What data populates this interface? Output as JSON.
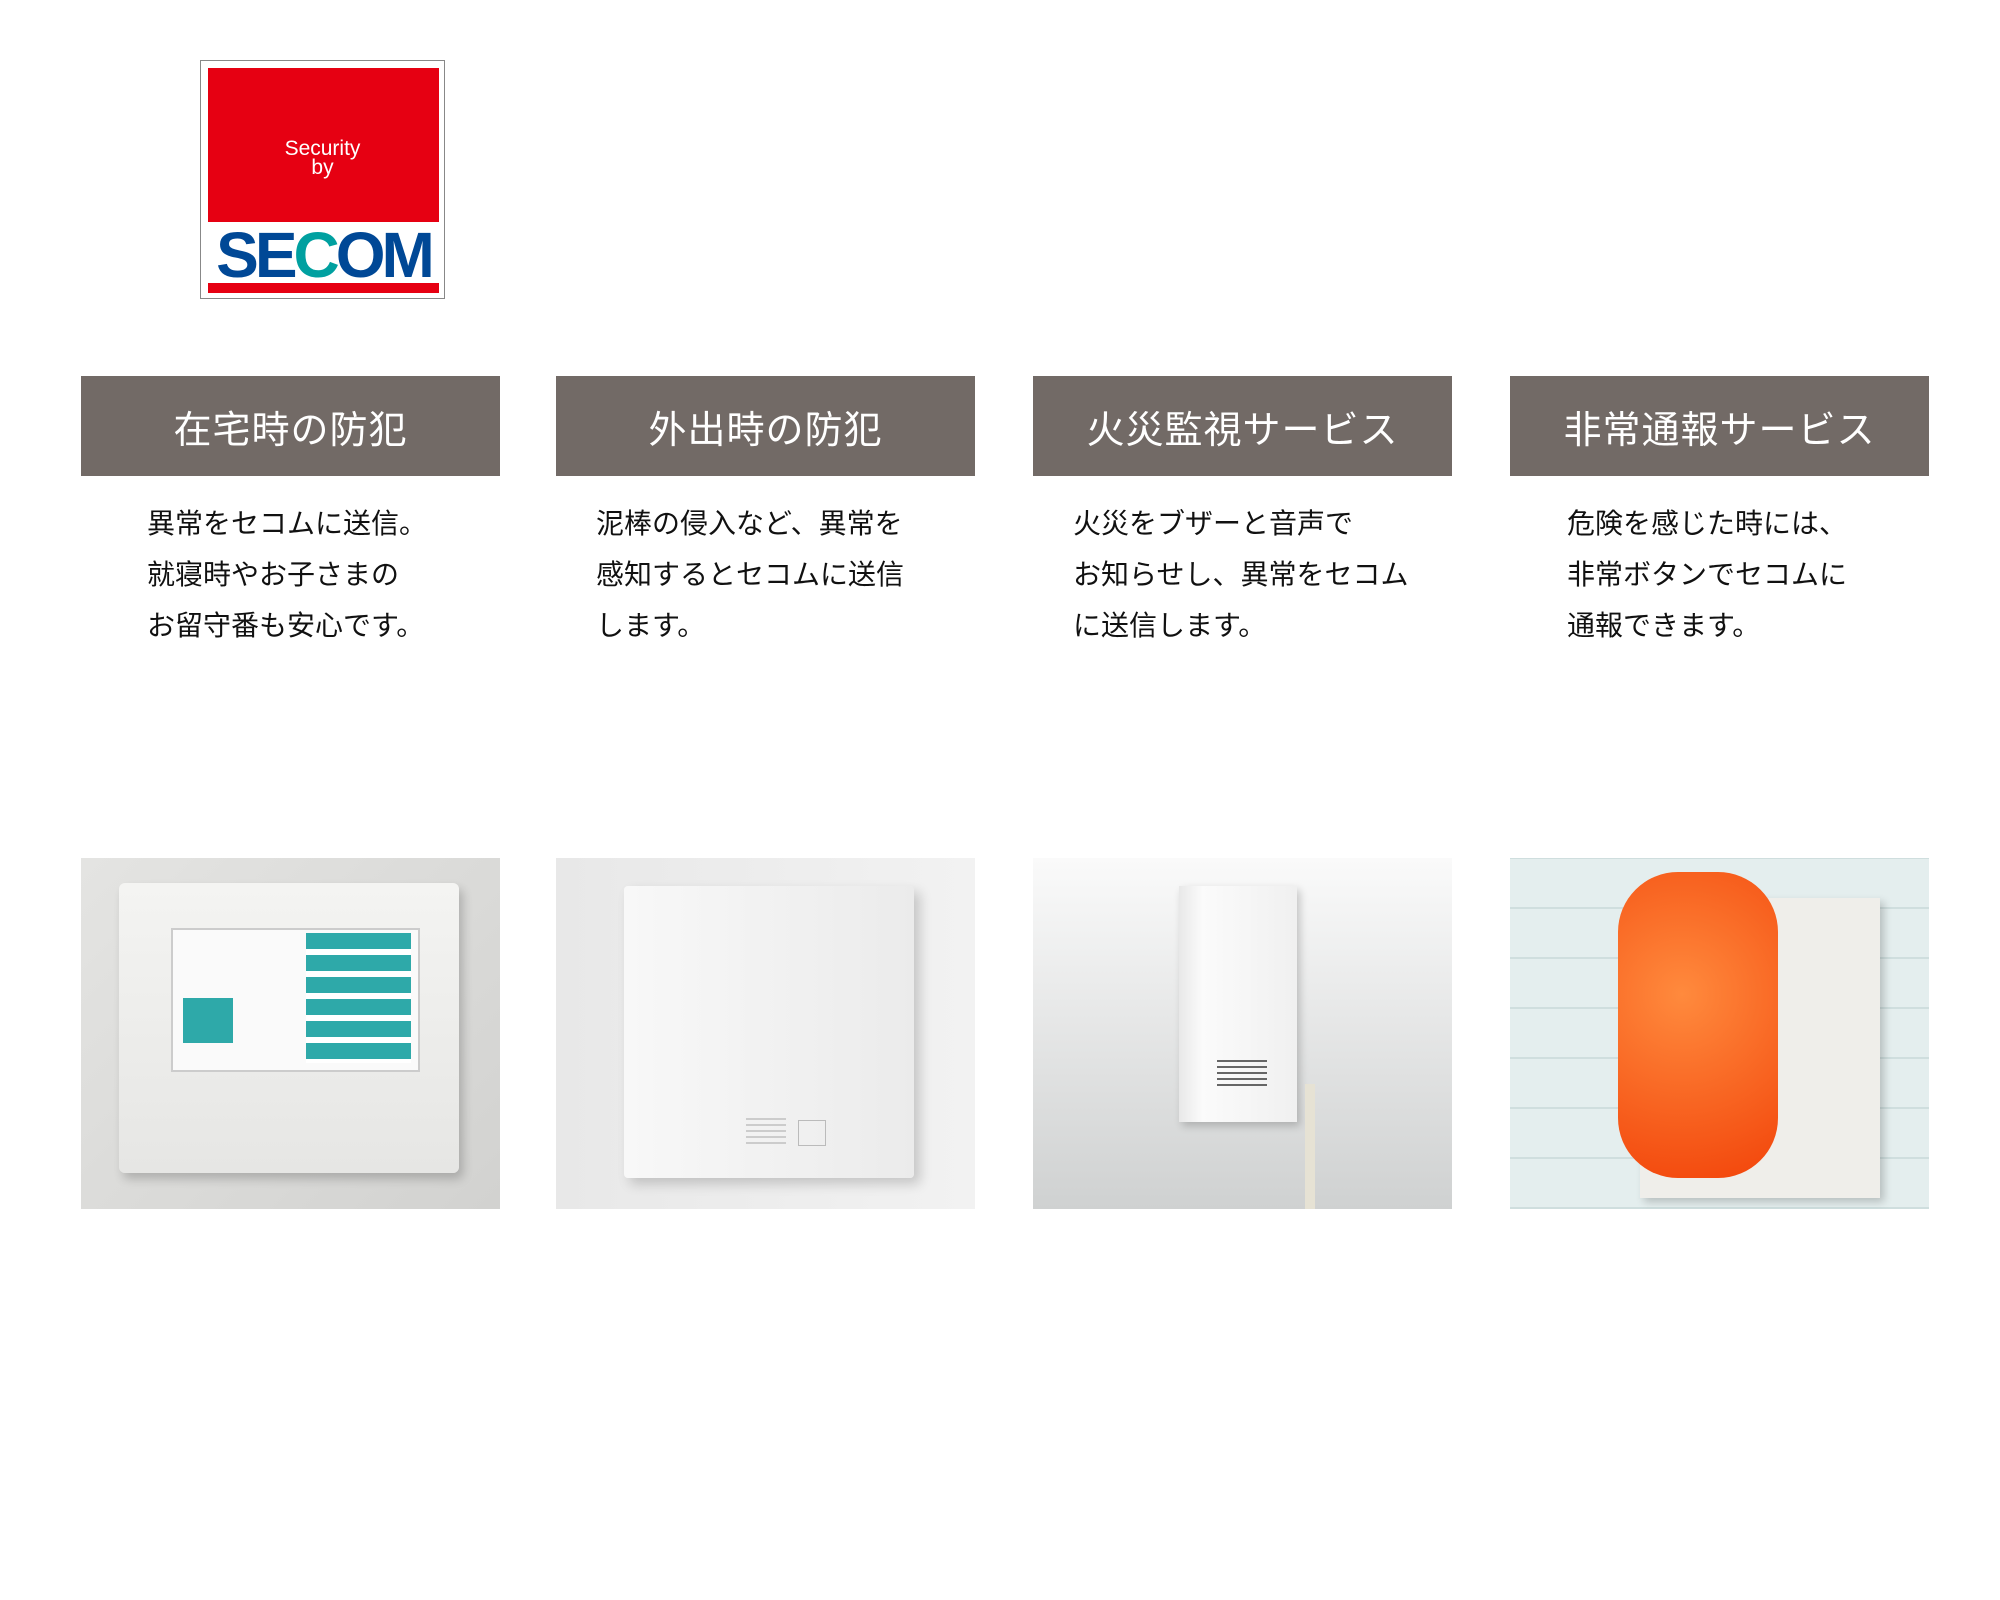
{
  "logo": {
    "line1": "Security",
    "line2": "by",
    "brand_a": "SE",
    "brand_b": "C",
    "brand_c": "OM"
  },
  "services": [
    {
      "title": "在宅時の防犯",
      "lines": [
        "異常をセコムに送信。",
        "就寝時やお子さまの",
        "お留守番も安心です。"
      ],
      "image": "control-panel"
    },
    {
      "title": "外出時の防犯",
      "lines": [
        "泥棒の侵入など、異常を",
        "感知するとセコムに送信",
        "します。"
      ],
      "image": "sensor-unit"
    },
    {
      "title": "火災監視サービス",
      "lines": [
        "火災をブザーと音声で",
        "お知らせし、異常をセコム",
        "に送信します。"
      ],
      "image": "fire-alarm"
    },
    {
      "title": "非常通報サービス",
      "lines": [
        "危険を感じた時には、",
        "非常ボタンでセコムに",
        "通報できます。"
      ],
      "image": "warning-light"
    }
  ],
  "colors": {
    "header": "#726a66",
    "red": "#e60012",
    "blue": "#004896",
    "teal": "#00a0a0"
  }
}
